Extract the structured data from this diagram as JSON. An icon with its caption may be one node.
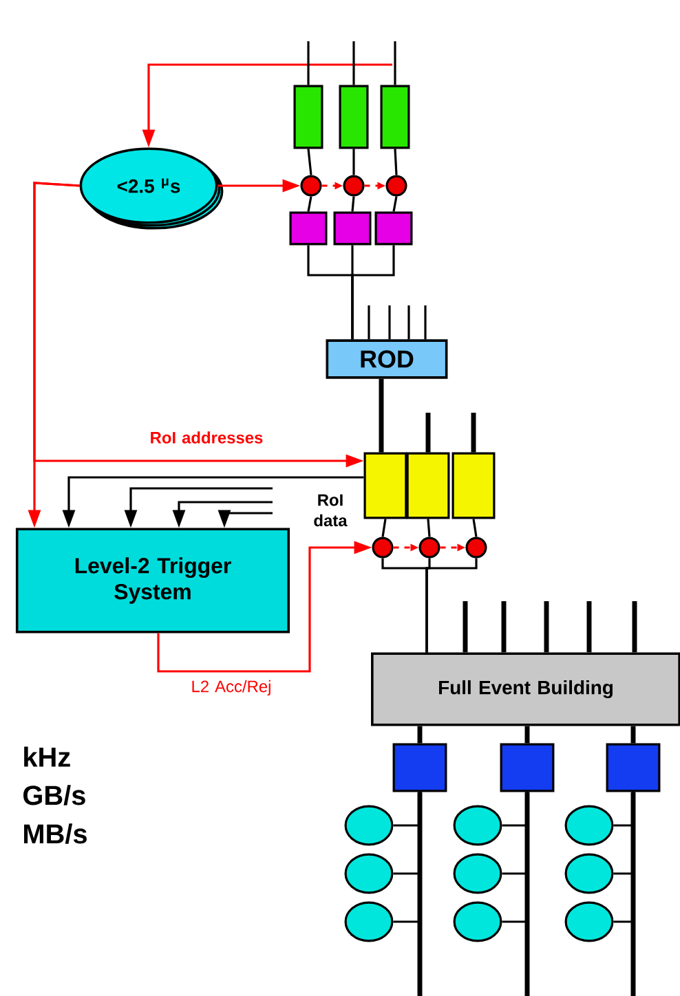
{
  "diagram": {
    "nodes": [
      {
        "text": [
          "<2.5 $^{μ}$s"
        ]
      },
      {
        "text": [
          "ROD"
        ]
      },
      {
        "text": [
          "Level-2 Trigger System"
        ]
      },
      {
        "text": [
          "Full Event Building"
        ]
      },
      {
        "text": [],
        "shape": "box"
      },
      {
        "text": [],
        "shape": "box"
      },
      {
        "text": [],
        "shape": "box"
      },
      {
        "text": [],
        "shape": "circle"
      },
      {
        "text": [],
        "shape": "circle"
      },
      {
        "text": [],
        "shape": "circle"
      },
      {
        "text": [],
        "shape": "box"
      },
      {
        "text": [],
        "shape": "box"
      },
      {
        "text": [],
        "shape": "box"
      },
      {
        "text": [],
        "shape": "box"
      },
      {
        "text": [],
        "shape": "box"
      },
      {
        "text": [],
        "shape": "box"
      },
      {
        "text": [],
        "shape": "circle"
      },
      {
        "text": [],
        "shape": "circle"
      },
      {
        "text": [],
        "shape": "circle"
      },
      {
        "text": [],
        "shape": "box"
      },
      {
        "text": [],
        "shape": "box"
      },
      {
        "text": [],
        "shape": "box"
      },
      {
        "text": [],
        "shape": "circle"
      },
      {
        "text": [],
        "shape": "circle"
      },
      {
        "text": [],
        "shape": "circle"
      },
      {
        "text": [],
        "shape": "circle"
      },
      {
        "text": [],
        "shape": "circle"
      },
      {
        "text": [],
        "shape": "circle"
      },
      {
        "text": [],
        "shape": "circle"
      },
      {
        "text": [],
        "shape": "circle"
      },
      {
        "text": [],
        "shape": "circle"
      }
    ],
    "edges": [
      {
        "from": null,
        "to": 0,
        "arrow": "to",
        "color": "#ff0000"
      },
      {
        "from": 0,
        "to": 7,
        "arrow": "to",
        "color": "#ff0000"
      },
      {
        "from": 7,
        "to": 8,
        "arrow": "to",
        "style": "dashed",
        "color": "#ff0000"
      },
      {
        "from": 8,
        "to": 9,
        "arrow": "to",
        "style": "dashed",
        "color": "#ff0000"
      },
      {
        "from": 0,
        "to": 2,
        "arrow": "to",
        "color": "#ff0000"
      },
      {
        "from": 0,
        "to": 13,
        "arrow": "to",
        "color": "#ff0000",
        "label": "RoI addresses"
      },
      {
        "from": 2,
        "to": 16,
        "arrow": "to",
        "color": "#ff0000",
        "label": "L2 Acc/Rej"
      },
      {
        "from": 16,
        "to": 17,
        "arrow": "to",
        "style": "dashed",
        "color": "#ff0000"
      },
      {
        "from": 17,
        "to": 18,
        "arrow": "to",
        "style": "dashed",
        "color": "#ff0000"
      },
      {
        "from": null,
        "to": 4,
        "arrow": "none"
      },
      {
        "from": null,
        "to": 5,
        "arrow": "none"
      },
      {
        "from": null,
        "to": 6,
        "arrow": "none"
      },
      {
        "from": 4,
        "to": 7,
        "arrow": "none"
      },
      {
        "from": 5,
        "to": 8,
        "arrow": "none"
      },
      {
        "from": 6,
        "to": 9,
        "arrow": "none"
      },
      {
        "from": 7,
        "to": 10,
        "arrow": "none"
      },
      {
        "from": 8,
        "to": 11,
        "arrow": "none"
      },
      {
        "from": 9,
        "to": 12,
        "arrow": "none"
      },
      {
        "from": 10,
        "to": 1,
        "arrow": "none"
      },
      {
        "from": 11,
        "to": 1,
        "arrow": "none"
      },
      {
        "from": 12,
        "to": 1,
        "arrow": "none"
      },
      {
        "from": null,
        "to": 1,
        "arrow": "none"
      },
      {
        "from": null,
        "to": 1,
        "arrow": "none"
      },
      {
        "from": null,
        "to": 1,
        "arrow": "none"
      },
      {
        "from": null,
        "to": 1,
        "arrow": "none"
      },
      {
        "from": 1,
        "to": 13,
        "arrow": "none",
        "style": "thick"
      },
      {
        "from": null,
        "to": 14,
        "arrow": "none",
        "style": "thick"
      },
      {
        "from": null,
        "to": 15,
        "arrow": "none",
        "style": "thick"
      },
      {
        "from": 13,
        "to": 2,
        "arrow": "to",
        "label": "RoI data"
      },
      {
        "from": null,
        "to": 2,
        "arrow": "to"
      },
      {
        "from": null,
        "to": 2,
        "arrow": "to"
      },
      {
        "from": null,
        "to": 2,
        "arrow": "to"
      },
      {
        "from": 13,
        "to": 16,
        "arrow": "none"
      },
      {
        "from": 14,
        "to": 17,
        "arrow": "none"
      },
      {
        "from": 15,
        "to": 18,
        "arrow": "none"
      },
      {
        "from": 16,
        "to": 3,
        "arrow": "none"
      },
      {
        "from": 17,
        "to": 3,
        "arrow": "none"
      },
      {
        "from": 18,
        "to": 3,
        "arrow": "none"
      },
      {
        "from": null,
        "to": 3,
        "arrow": "none",
        "style": "thick"
      },
      {
        "from": null,
        "to": 3,
        "arrow": "none",
        "style": "thick"
      },
      {
        "from": null,
        "to": 3,
        "arrow": "none",
        "style": "thick"
      },
      {
        "from": null,
        "to": 3,
        "arrow": "none",
        "style": "thick"
      },
      {
        "from": null,
        "to": 3,
        "arrow": "none",
        "style": "thick"
      },
      {
        "from": 3,
        "to": 19,
        "arrow": "none",
        "style": "thick"
      },
      {
        "from": 3,
        "to": 20,
        "arrow": "none",
        "style": "thick"
      },
      {
        "from": 3,
        "to": 21,
        "arrow": "none",
        "style": "thick"
      },
      {
        "from": 19,
        "to": 22,
        "arrow": "none"
      },
      {
        "from": 19,
        "to": 25,
        "arrow": "none"
      },
      {
        "from": 19,
        "to": 28,
        "arrow": "none"
      },
      {
        "from": 20,
        "to": 23,
        "arrow": "none"
      },
      {
        "from": 20,
        "to": 26,
        "arrow": "none"
      },
      {
        "from": 20,
        "to": 29,
        "arrow": "none"
      },
      {
        "from": 21,
        "to": 24,
        "arrow": "none"
      },
      {
        "from": 21,
        "to": 27,
        "arrow": "none"
      },
      {
        "from": 21,
        "to": 30,
        "arrow": "none"
      },
      {
        "from": 19,
        "to": null,
        "arrow": "none",
        "style": "thick"
      },
      {
        "from": 20,
        "to": null,
        "arrow": "none",
        "style": "thick"
      },
      {
        "from": 21,
        "to": null,
        "arrow": "none",
        "style": "thick"
      }
    ],
    "labels": [
      "kHz",
      "GB/s",
      "MB/s"
    ]
  }
}
